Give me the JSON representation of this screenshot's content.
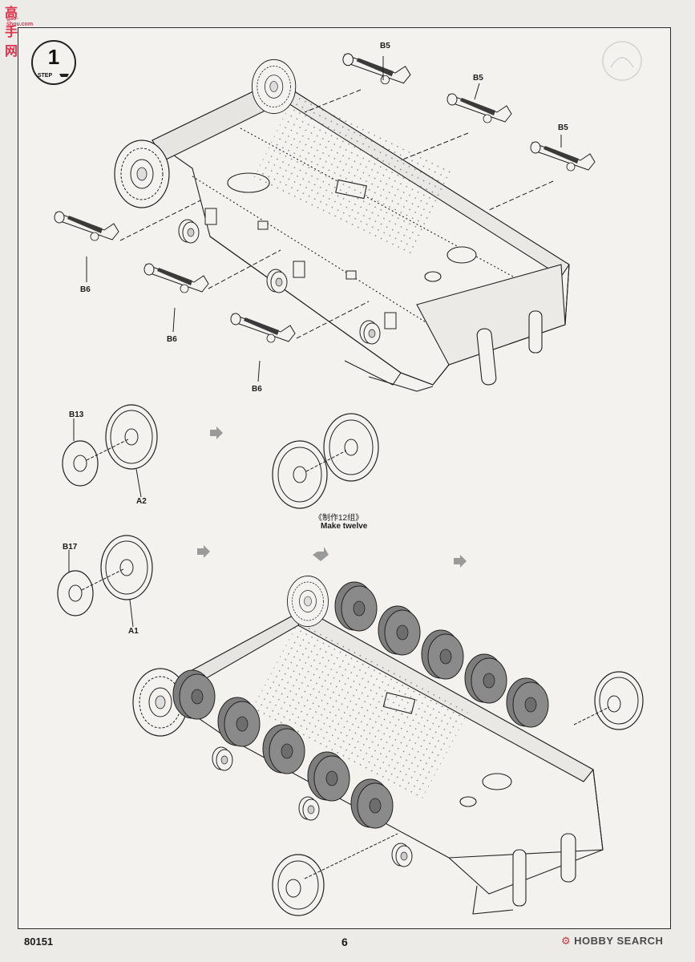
{
  "watermark": {
    "site_name": "高手网",
    "site_url": "gao-shou.com"
  },
  "step": {
    "label": "STEP",
    "number": "1"
  },
  "callouts": {
    "b5": "B5",
    "b6": "B6",
    "b13": "B13",
    "a2": "A2",
    "b17": "B17",
    "a1": "A1"
  },
  "assembly_note": {
    "chinese": "《制作12组》",
    "english": "Make twelve"
  },
  "footer": {
    "doc_number": "80151",
    "page_number": "6",
    "site_mark": "HOBBY SEARCH",
    "site_icon": "hobby-search-logo"
  },
  "colors": {
    "line": "#2a2a2a",
    "paper": "#f3f2ef",
    "wheel_fill": "#7d7d7d",
    "arrow": "#9a9a9a"
  }
}
